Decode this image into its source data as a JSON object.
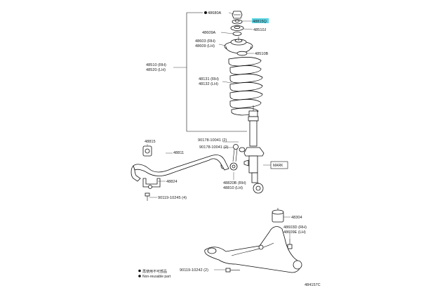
{
  "labels": {
    "p48680A": "48680A",
    "p48815Q": "48815Q",
    "p48510J": "48510J",
    "p48609A": "48609A",
    "p48603": "48603 (RH)",
    "p48609": "48609 (LH)",
    "p48510B": "48510B",
    "p48510": "48510 (RH)",
    "p48520": "48520 (LH)",
    "p48131": "48131 (RH)",
    "p48132": "48132 (LH)",
    "p90178a": "90178-10041 (2)",
    "p90178b": "90178-10041 (2)",
    "p48815": "48815",
    "p48811": "48811",
    "p48824": "48824",
    "p90119a": "90119-10245 (4)",
    "mark": "MARK",
    "p48820B": "48820B (RH)",
    "p48810": "48810 (LH)",
    "p48304": "48304",
    "p48603D": "48603D (RH)",
    "p48609E": "48609E (LH)",
    "p90119b": "90119-10242 (2)"
  },
  "legend": {
    "non_reusable_jp": "再使用不可部品",
    "non_reusable_en": "Non-reusable part"
  },
  "diagram_id": "484157C",
  "colors": {
    "highlight": "#59d6e6",
    "line": "#111111"
  }
}
